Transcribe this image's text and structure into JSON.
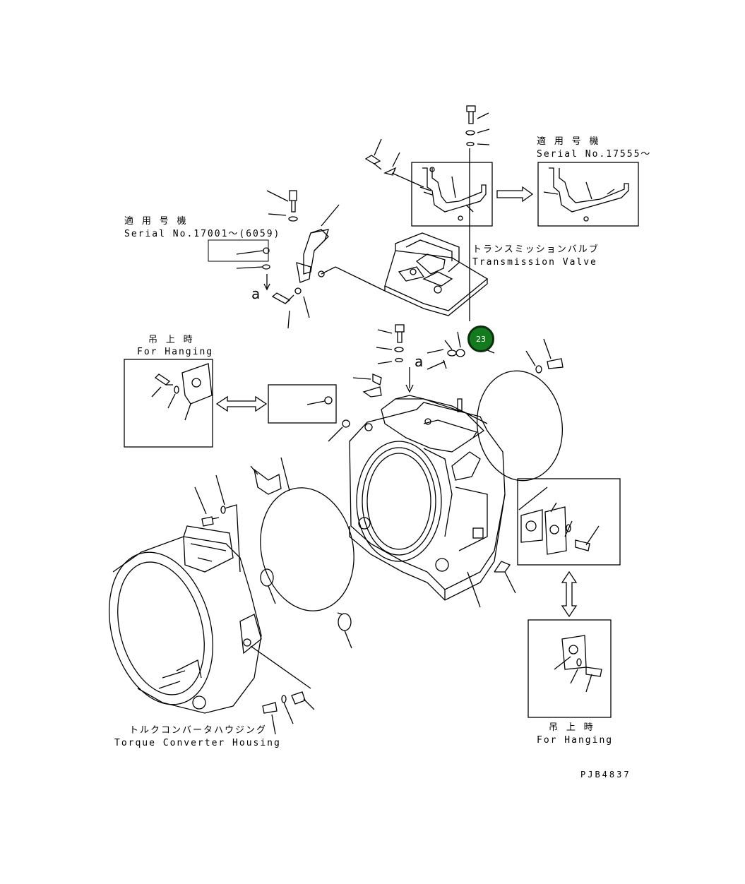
{
  "labels": {
    "serial_top_right": {
      "jp": "適 用 号 機",
      "en": "Serial No.17555～"
    },
    "serial_left": {
      "jp": "適 用 号 機",
      "en": "Serial No.17001～(6059)"
    },
    "transmission_valve": {
      "jp": "トランスミッションバルブ",
      "en": "Transmission Valve"
    },
    "hanging_left": {
      "jp": "吊 上 時",
      "en": "For Hanging"
    },
    "hanging_right": {
      "jp": "吊 上 時",
      "en": "For Hanging"
    },
    "torque_converter": {
      "jp": "トルクコンバータハウジング",
      "en": "Torque Converter Housing"
    },
    "drawing_code": "PJB4837"
  },
  "callouts": {
    "highlighted_part": "23",
    "view_marker_1": "a",
    "view_marker_2": "a"
  },
  "colors": {
    "line": "#000000",
    "highlight_fill": "#137a1d",
    "highlight_ring": "#0b2e0d"
  }
}
